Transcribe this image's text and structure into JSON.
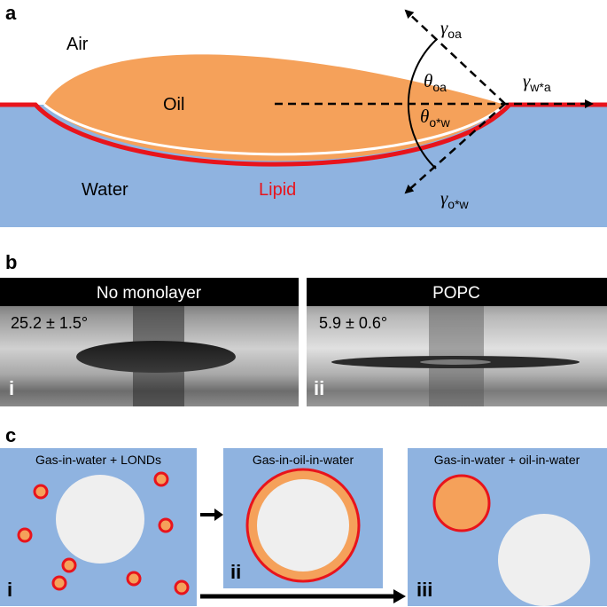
{
  "panel_a": {
    "label": "a",
    "air": "Air",
    "oil": "Oil",
    "water": "Water",
    "lipid": "Lipid",
    "gamma_oa": {
      "symbol": "γ",
      "sub": "oa"
    },
    "gamma_wa": {
      "symbol": "γ",
      "sub": "w*a"
    },
    "gamma_ow": {
      "symbol": "γ",
      "sub": "o*w"
    },
    "theta_oa": {
      "symbol": "θ",
      "sub": "oa"
    },
    "theta_ow": {
      "symbol": "θ",
      "sub": "o*w"
    }
  },
  "panel_b": {
    "label": "b",
    "left": {
      "title": "No monolayer",
      "angle": "25.2 ± 1.5°",
      "numeral": "i"
    },
    "right": {
      "title": "POPC",
      "angle": "5.9 ± 0.6°",
      "numeral": "ii"
    }
  },
  "panel_c": {
    "label": "c",
    "box1": {
      "title": "Gas-in-water + LONDs",
      "numeral": "i"
    },
    "box2": {
      "title": "Gas-in-oil-in-water",
      "numeral": "ii"
    },
    "box3": {
      "title": "Gas-in-water + oil-in-water",
      "numeral": "iii"
    }
  },
  "colors": {
    "water": "#8fb3e0",
    "oil": "#f5a15a",
    "lipid": "#e8141c",
    "gas": "#efefef"
  }
}
